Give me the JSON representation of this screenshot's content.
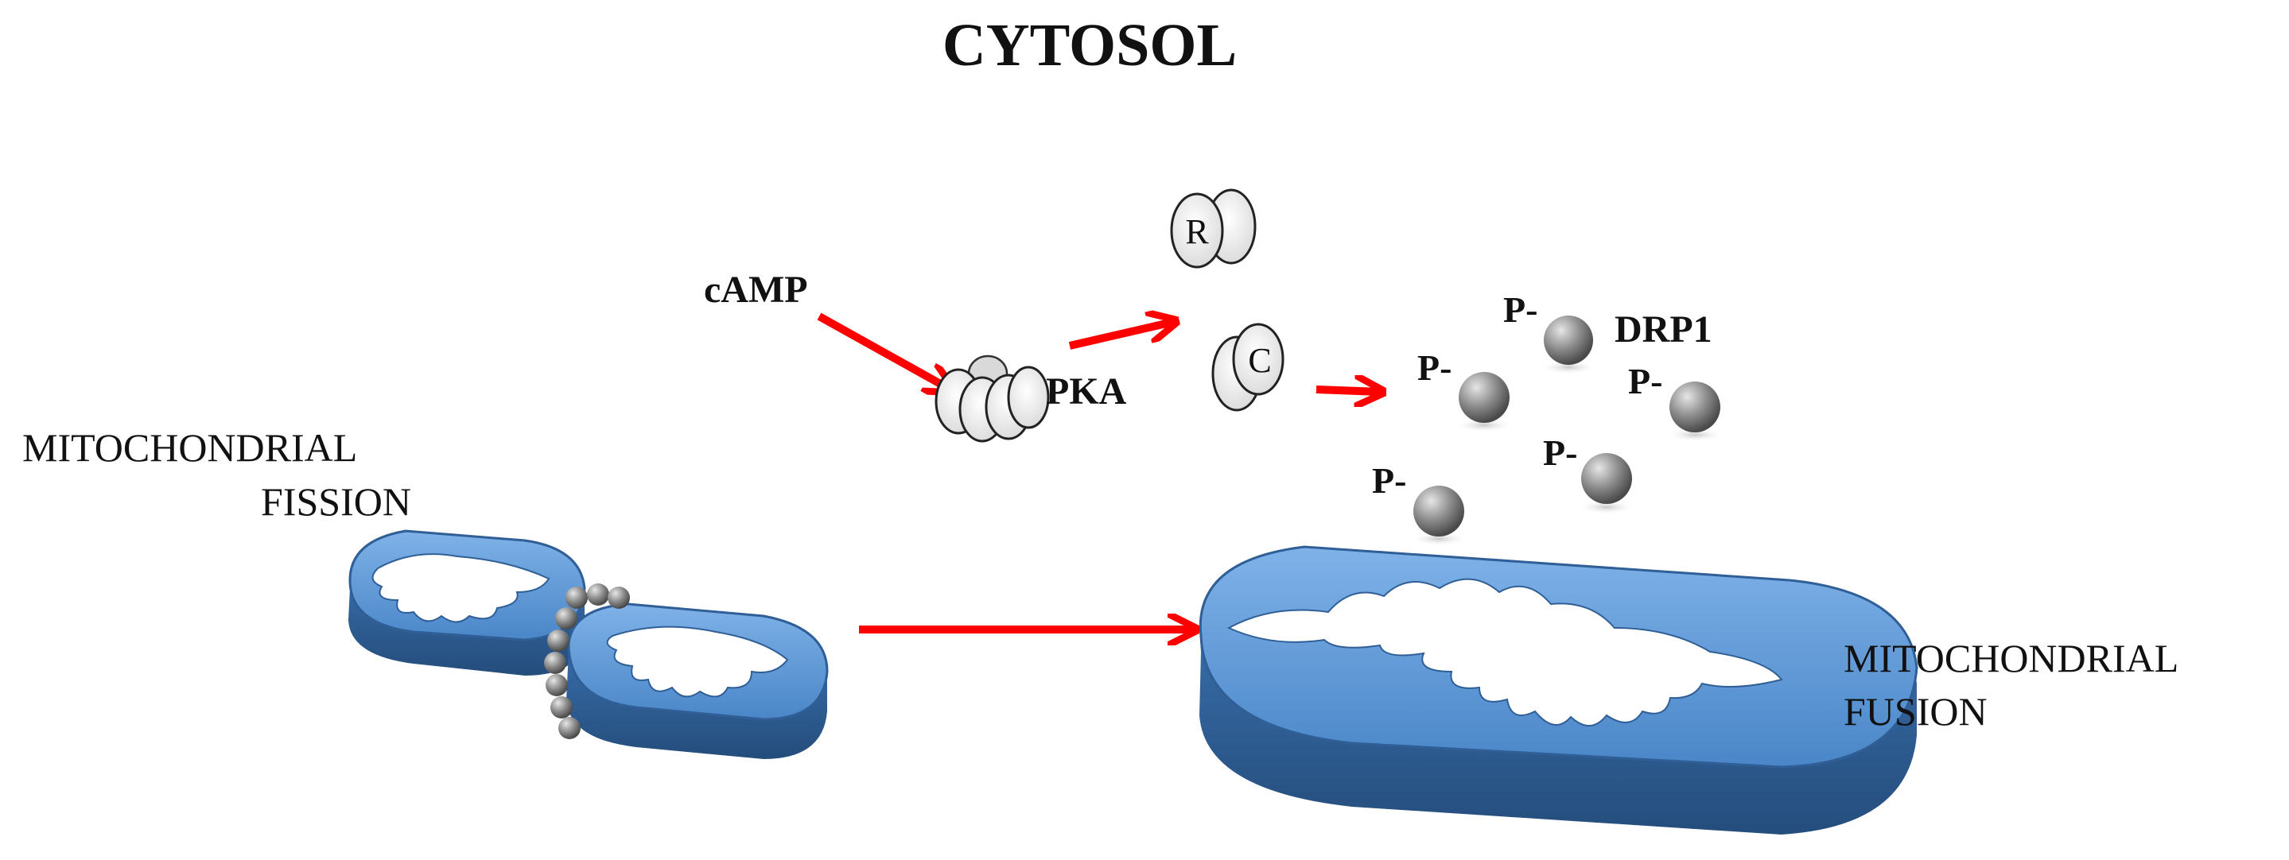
{
  "title": "CYTOSOL",
  "labels": {
    "camp": "cAMP",
    "pka": "PKA",
    "r_subunit": "R",
    "c_subunit": "C",
    "drp1": "DRP1",
    "phospho": "P-",
    "fission_line1": "MITOCHONDRIAL",
    "fission_line2": "FISSION",
    "fusion_line1": "MITOCHONDRIAL",
    "fusion_line2": "FUSION"
  },
  "colors": {
    "arrow": "#ff0000",
    "mitochondria": "#4a86c8",
    "mito_dark": "#2f5f96",
    "drp1_sphere": "#8a8a8a",
    "text": "#111111"
  }
}
